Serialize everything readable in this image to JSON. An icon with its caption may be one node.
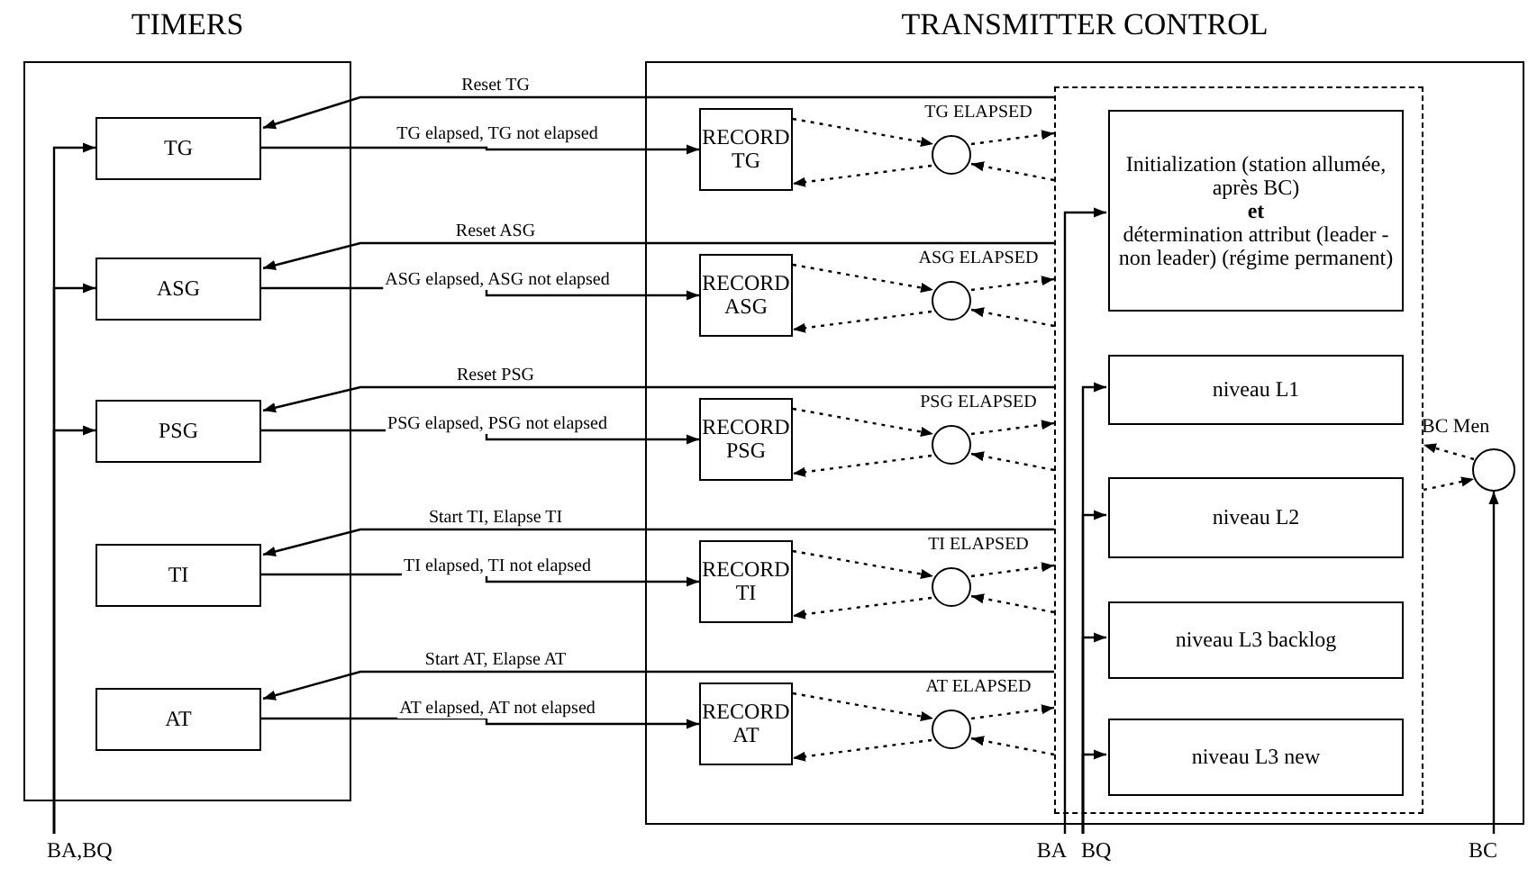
{
  "diagram": {
    "nodes": [
      {
        "text": [
          "TIMERS"
        ]
      },
      {
        "text": [
          "TG"
        ],
        "in": 0
      },
      {
        "text": [
          "ASG"
        ],
        "in": 0
      },
      {
        "text": [
          "PSG"
        ],
        "in": 0
      },
      {
        "text": [
          "TI"
        ],
        "in": 0
      },
      {
        "text": [
          "AT"
        ],
        "in": 0
      },
      {
        "text": [
          "TRANSMITTER CONTROL"
        ]
      },
      {
        "text": [
          "RECORD TG"
        ],
        "in": 6
      },
      {
        "text": [],
        "shape": "circle",
        "in": 6
      },
      {
        "text": [
          "RECORD ASG"
        ],
        "in": 6
      },
      {
        "text": [],
        "shape": "circle",
        "in": 6
      },
      {
        "text": [
          "RECORD PSG"
        ],
        "in": 6
      },
      {
        "text": [],
        "shape": "circle",
        "in": 6
      },
      {
        "text": [
          "RECORD TI"
        ],
        "in": 6
      },
      {
        "text": [],
        "shape": "circle",
        "in": 6
      },
      {
        "text": [
          "RECORD AT"
        ],
        "in": 6
      },
      {
        "text": [],
        "shape": "circle",
        "in": 6
      },
      {
        "text": [],
        "shape": "box",
        "in": 6
      },
      {
        "text": [
          "Initialization (station allumée, après BC)",
          "et",
          "détermination attribut (leader - non leader) (régime permanent)"
        ],
        "in": 17
      },
      {
        "text": [
          "niveau L1"
        ],
        "in": 17
      },
      {
        "text": [
          "niveau L2"
        ],
        "in": 17
      },
      {
        "text": [
          "niveau L3 backlog"
        ],
        "in": 17
      },
      {
        "text": [
          "niveau L3 new"
        ],
        "in": 17
      },
      {
        "text": [],
        "shape": "circle",
        "beside": [
          "BC Men"
        ],
        "in": 6
      },
      {
        "text": [
          "BA,BQ"
        ]
      },
      {
        "text": [
          "BA"
        ]
      },
      {
        "text": [
          "BQ"
        ]
      },
      {
        "text": [
          "BC"
        ]
      }
    ],
    "edges": [
      {
        "from": 24,
        "to": 1,
        "arrow": "to"
      },
      {
        "from": 24,
        "to": 2,
        "arrow": "to"
      },
      {
        "from": 24,
        "to": 3,
        "arrow": "to"
      },
      {
        "from": 17,
        "to": 1,
        "arrow": "to",
        "label": "Reset TG"
      },
      {
        "from": 1,
        "to": 7,
        "arrow": "to",
        "label": "TG elapsed, TG not elapsed"
      },
      {
        "from": 7,
        "to": 8,
        "arrow": "to",
        "style": "dashed"
      },
      {
        "from": 8,
        "to": 17,
        "arrow": "to",
        "style": "dashed",
        "label": "TG ELAPSED"
      },
      {
        "from": 17,
        "to": 8,
        "arrow": "to",
        "style": "dashed"
      },
      {
        "from": 8,
        "to": 7,
        "arrow": "to",
        "style": "dashed"
      },
      {
        "from": 17,
        "to": 2,
        "arrow": "to",
        "label": "Reset ASG"
      },
      {
        "from": 2,
        "to": 9,
        "arrow": "to",
        "label": "ASG elapsed, ASG not elapsed"
      },
      {
        "from": 9,
        "to": 10,
        "arrow": "to",
        "style": "dashed"
      },
      {
        "from": 10,
        "to": 17,
        "arrow": "to",
        "style": "dashed",
        "label": "ASG ELAPSED"
      },
      {
        "from": 17,
        "to": 10,
        "arrow": "to",
        "style": "dashed"
      },
      {
        "from": 10,
        "to": 9,
        "arrow": "to",
        "style": "dashed"
      },
      {
        "from": 17,
        "to": 3,
        "arrow": "to",
        "label": "Reset PSG"
      },
      {
        "from": 3,
        "to": 11,
        "arrow": "to",
        "label": "PSG elapsed, PSG not elapsed"
      },
      {
        "from": 11,
        "to": 12,
        "arrow": "to",
        "style": "dashed"
      },
      {
        "from": 12,
        "to": 17,
        "arrow": "to",
        "style": "dashed",
        "label": "PSG ELAPSED"
      },
      {
        "from": 17,
        "to": 12,
        "arrow": "to",
        "style": "dashed"
      },
      {
        "from": 12,
        "to": 11,
        "arrow": "to",
        "style": "dashed"
      },
      {
        "from": 17,
        "to": 4,
        "arrow": "to",
        "label": "Start TI, Elapse TI"
      },
      {
        "from": 4,
        "to": 13,
        "arrow": "to",
        "label": "TI elapsed, TI not elapsed"
      },
      {
        "from": 13,
        "to": 14,
        "arrow": "to",
        "style": "dashed"
      },
      {
        "from": 14,
        "to": 17,
        "arrow": "to",
        "style": "dashed",
        "label": "TI ELAPSED"
      },
      {
        "from": 17,
        "to": 14,
        "arrow": "to",
        "style": "dashed"
      },
      {
        "from": 14,
        "to": 13,
        "arrow": "to",
        "style": "dashed"
      },
      {
        "from": 17,
        "to": 5,
        "arrow": "to",
        "label": "Start AT, Elapse AT"
      },
      {
        "from": 5,
        "to": 15,
        "arrow": "to",
        "label": "AT elapsed, AT not elapsed"
      },
      {
        "from": 15,
        "to": 16,
        "arrow": "to",
        "style": "dashed"
      },
      {
        "from": 16,
        "to": 17,
        "arrow": "to",
        "style": "dashed",
        "label": "AT ELAPSED"
      },
      {
        "from": 17,
        "to": 16,
        "arrow": "to",
        "style": "dashed"
      },
      {
        "from": 16,
        "to": 15,
        "arrow": "to",
        "style": "dashed"
      },
      {
        "from": 25,
        "to": 18,
        "arrow": "to"
      },
      {
        "from": 26,
        "to": 19,
        "arrow": "to"
      },
      {
        "from": 26,
        "to": 20,
        "arrow": "to"
      },
      {
        "from": 26,
        "to": 21,
        "arrow": "to"
      },
      {
        "from": 26,
        "to": 22,
        "arrow": "to"
      },
      {
        "from": 27,
        "to": 23,
        "arrow": "to"
      },
      {
        "from": 23,
        "to": 17,
        "arrow": "to",
        "style": "dashed"
      },
      {
        "from": 17,
        "to": 23,
        "arrow": "to",
        "style": "dashed"
      }
    ]
  }
}
